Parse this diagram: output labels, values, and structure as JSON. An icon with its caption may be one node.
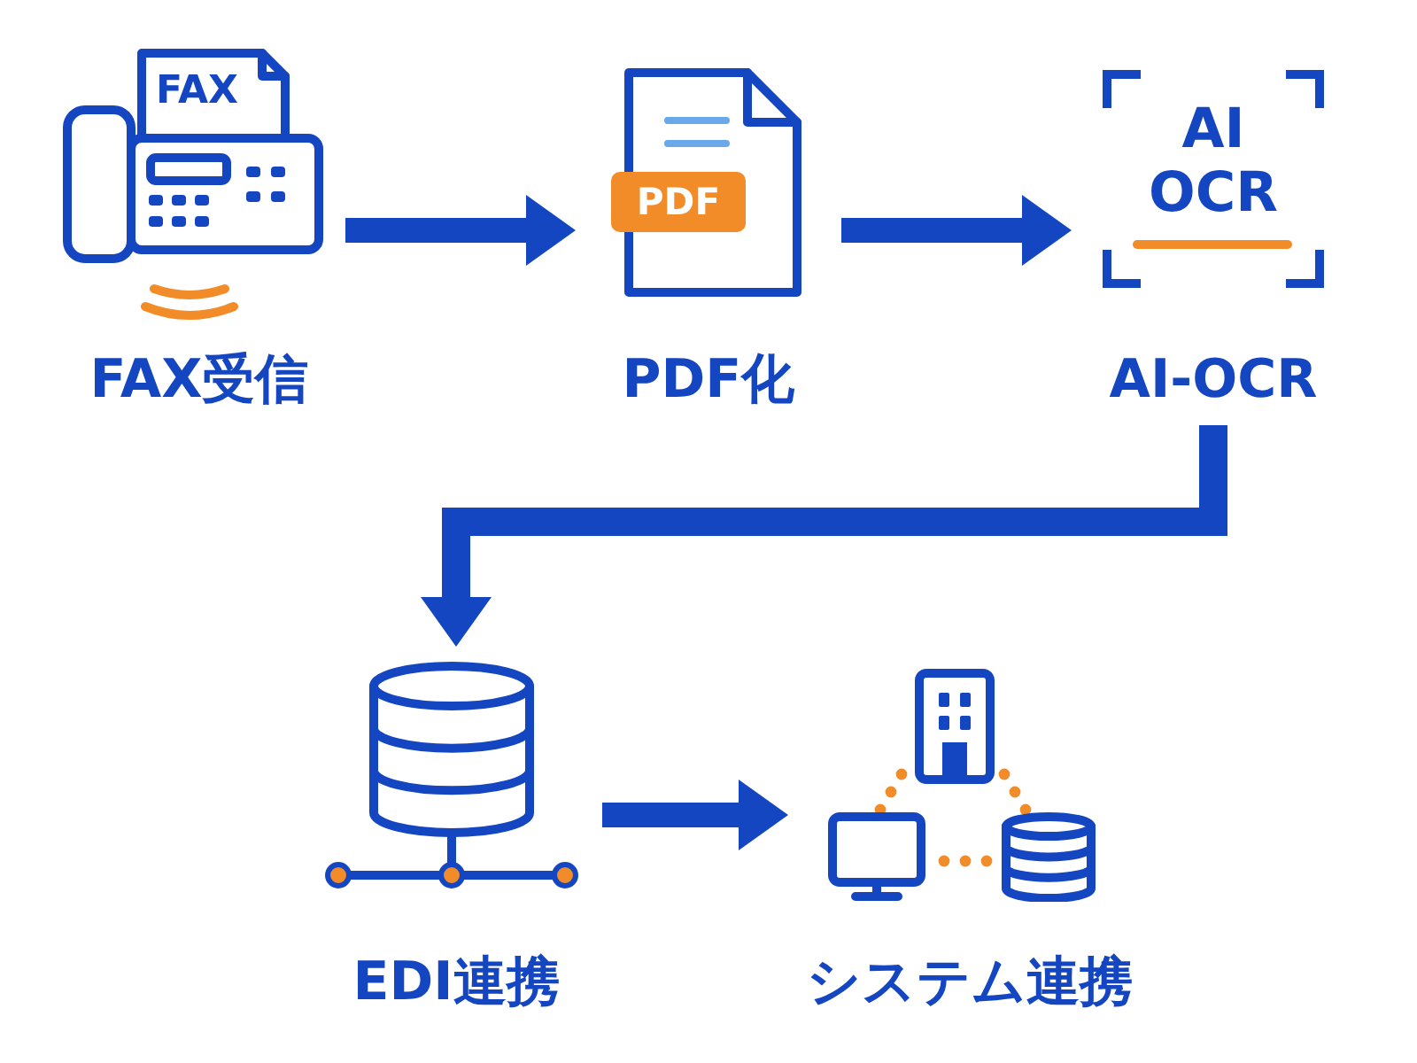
{
  "diagram": {
    "nodes": [
      {
        "text": [
          "FAX受信"
        ]
      },
      {
        "text": [
          "PDF化"
        ]
      },
      {
        "text": [
          "AI-OCR"
        ]
      },
      {
        "text": [
          "EDI連携"
        ]
      },
      {
        "text": [
          "システム連携"
        ]
      }
    ],
    "edges": [
      {
        "from": 0,
        "to": 1,
        "arrow": "to"
      },
      {
        "from": 1,
        "to": 2,
        "arrow": "to"
      },
      {
        "from": 2,
        "to": 3,
        "arrow": "to"
      },
      {
        "from": 3,
        "to": 4,
        "arrow": "to"
      }
    ],
    "labels": [
      "FAX",
      "PDF",
      "AI OCR"
    ]
  }
}
